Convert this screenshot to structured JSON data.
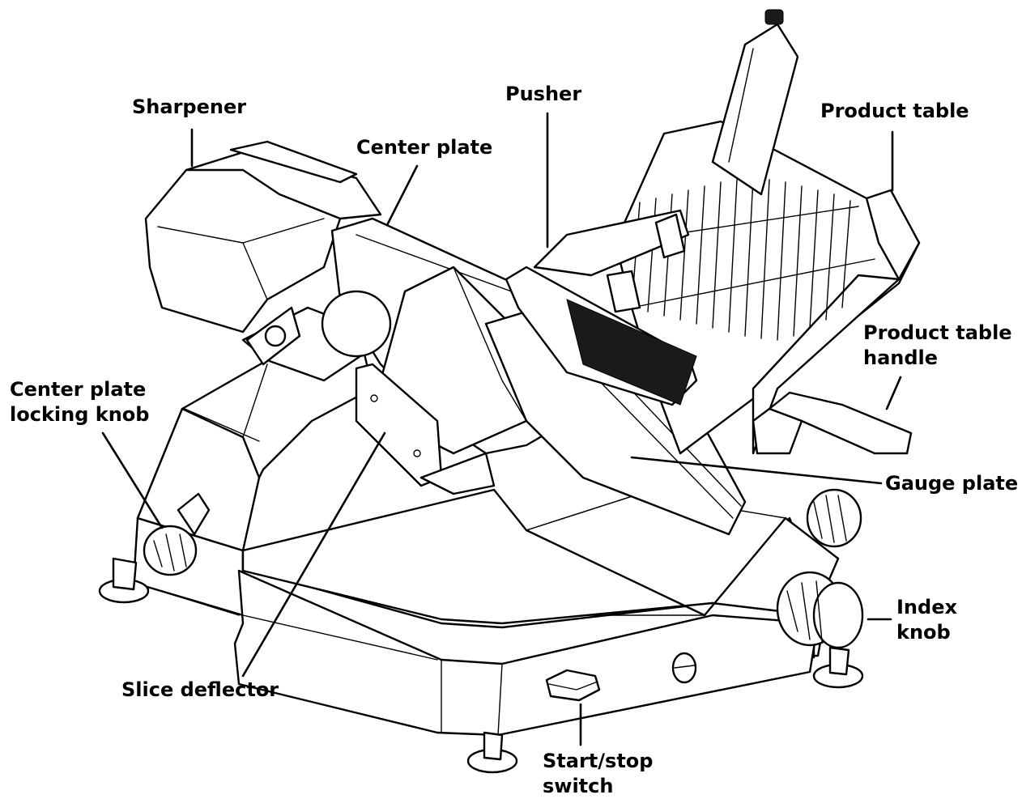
{
  "labels": {
    "sharpener": "Sharpener",
    "center_plate": "Center plate",
    "pusher": "Pusher",
    "product_table": "Product table",
    "product_table_handle": [
      "Product table",
      "handle"
    ],
    "center_plate_locking_knob": [
      "Center plate",
      "locking knob"
    ],
    "gauge_plate": "Gauge plate",
    "index_knob": [
      "Index",
      "knob"
    ],
    "slice_deflector": "Slice deflector",
    "start_stop_switch": [
      "Start/stop",
      "switch"
    ]
  },
  "colors": {
    "line": "#000000",
    "background": "#ffffff"
  }
}
